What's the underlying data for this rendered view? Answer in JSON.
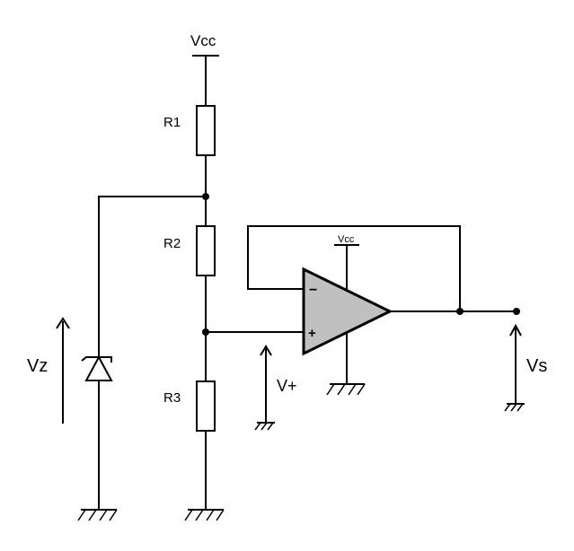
{
  "labels": {
    "vcc_top": "Vcc",
    "vcc_opamp": "Vcc",
    "r1": "R1",
    "r2": "R2",
    "r3": "R3",
    "vz": "Vz",
    "vplus": "V+",
    "vs": "Vs",
    "minus": "−",
    "plus": "+"
  },
  "colors": {
    "wire": "#000000",
    "opamp_fill": "#c0c0c0",
    "background": "#ffffff"
  }
}
